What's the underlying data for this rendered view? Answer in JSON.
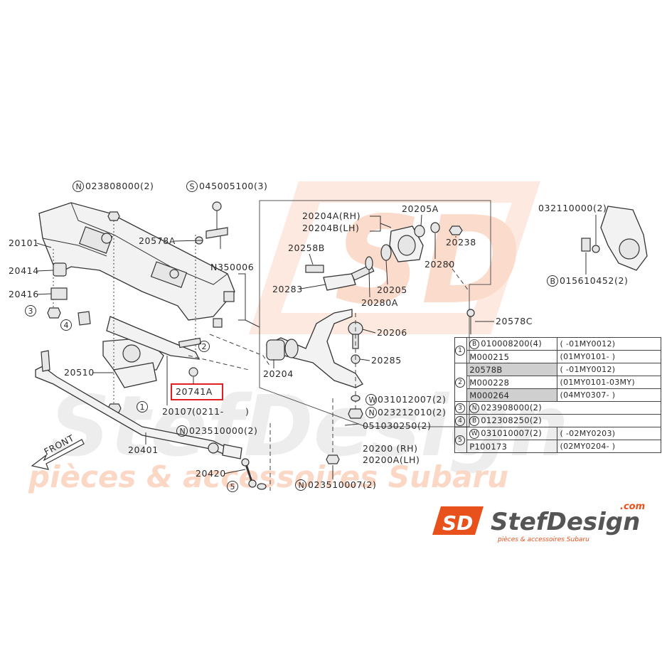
{
  "watermark": {
    "main": "StefDesign",
    "sub": "pièces & accessoires Subaru",
    "monogram": "SD"
  },
  "logo": {
    "mark": "SD",
    "name": "StefDesign",
    "domain": ".com",
    "tagline": "pièces & accessoires Subaru"
  },
  "colors": {
    "brand": "#e8501c",
    "highlight_box": "#e02020",
    "watermark": "#fbe1d3"
  },
  "icons": {
    "front_arrow": "arrow-icon"
  },
  "labels": {
    "n_023808000": "023808000(2)",
    "s_045005100": "045005100(3)",
    "p20101": "20101",
    "p20578A": "20578A",
    "n350006": "N350006",
    "p20414": "20414",
    "p20416": "20416",
    "p20741A": "20741A",
    "p20107": "20107",
    "p20107_note": "(0211-",
    "p20107_close": ")",
    "p20510": "20510",
    "p20401": "20401",
    "n_023510000": "023510000(2)",
    "p20420": "20420",
    "front": "FRONT",
    "p20204A": "20204A(RH)",
    "p20204B": "20204B(LH)",
    "p20205A": "20205A",
    "p20238": "20238",
    "p20258B": "20258B",
    "p20280": "20280",
    "p20283": "20283",
    "p20205": "20205",
    "p20280A": "20280A",
    "p20206": "20206",
    "p20204": "20204",
    "p20285": "20285",
    "w_031012007": "031012007(2)",
    "n_023212010": "023212010(2)",
    "p051030250": "051030250(2)",
    "p20200": "20200 (RH)",
    "p20200A": "20200A(LH)",
    "n_023510007": "023510007(2)",
    "p20578C": "20578C",
    "p032110000": "032110000(2)",
    "b_015610452": "015610452(2)",
    "callout_1": "1",
    "callout_2": "2",
    "callout_3": "3",
    "callout_4": "4",
    "callout_5": "5",
    "letter_N": "N",
    "letter_S": "S",
    "letter_B": "B",
    "letter_W": "W"
  },
  "table": {
    "rows": [
      {
        "group": "1",
        "prefix": "B",
        "part": "010008200(4)",
        "range": "(     -01MY0012)"
      },
      {
        "group": "",
        "prefix": "",
        "part": "M000215",
        "range": "(01MY0101-     )"
      },
      {
        "group": "2",
        "prefix": "",
        "part": "20578B",
        "range": "(     -01MY0012)",
        "highlight": true
      },
      {
        "group": "",
        "prefix": "",
        "part": "M000228",
        "range": "(01MY0101-03MY)"
      },
      {
        "group": "",
        "prefix": "",
        "part": "M000264",
        "range": "(04MY0307-     )",
        "highlight": true
      },
      {
        "group": "3",
        "prefix": "N",
        "part": "023908000(2)",
        "range": ""
      },
      {
        "group": "4",
        "prefix": "B",
        "part": "012308250(2)",
        "range": ""
      },
      {
        "group": "5",
        "prefix": "W",
        "part": "031010007(2)",
        "range": "(     -02MY0203)"
      },
      {
        "group": "",
        "prefix": "",
        "part": "P100173",
        "range": "(02MY0204-     )"
      }
    ]
  }
}
